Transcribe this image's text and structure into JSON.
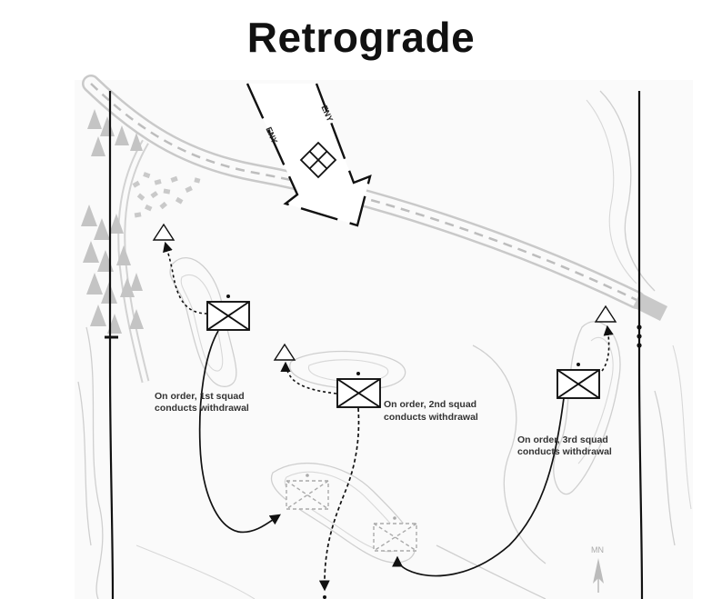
{
  "title": "Retrograde",
  "enemy": {
    "label_left": "ENY",
    "label_right": "ENY"
  },
  "squads": [
    {
      "id": "1st",
      "label_line1": "On order, 1st squad",
      "label_line2": "conducts withdrawal"
    },
    {
      "id": "2nd",
      "label_line1": "On order, 2nd squad",
      "label_line2": "conducts withdrawal"
    },
    {
      "id": "3rd",
      "label_line1": "On order, 3rd squad",
      "label_line2": "conducts withdrawal"
    }
  ],
  "north_arrow": {
    "label": "MN"
  },
  "colors": {
    "ink": "#111111",
    "road_edge": "#c9c9c9",
    "road_dash": "#bdbdbd",
    "contour": "#cfcfcf",
    "trees": "#c4c4c4",
    "ghost_unit": "#aaaaaa"
  }
}
